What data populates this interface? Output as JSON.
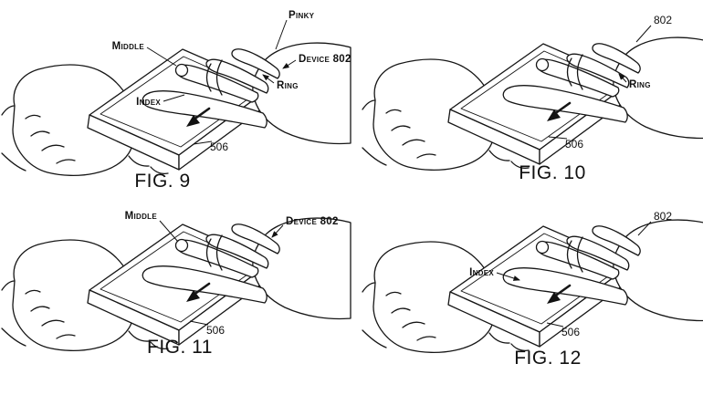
{
  "page": {
    "background": "#ffffff",
    "line_color": "#161616"
  },
  "figures": [
    {
      "caption": "FIG. 9",
      "labels": {
        "middle": "Middle",
        "pinky": "Pinky",
        "device": "Device 802",
        "ring": "Ring",
        "index": "Index",
        "ref506": "506"
      }
    },
    {
      "caption": "FIG. 10",
      "labels": {
        "ref802": "802",
        "ring": "Ring",
        "ref506": "506"
      }
    },
    {
      "caption": "FIG. 11",
      "labels": {
        "middle": "Middle",
        "device": "Device 802",
        "ref506": "506"
      }
    },
    {
      "caption": "FIG. 12",
      "labels": {
        "ref802": "802",
        "index": "Index",
        "ref506": "506"
      }
    }
  ]
}
